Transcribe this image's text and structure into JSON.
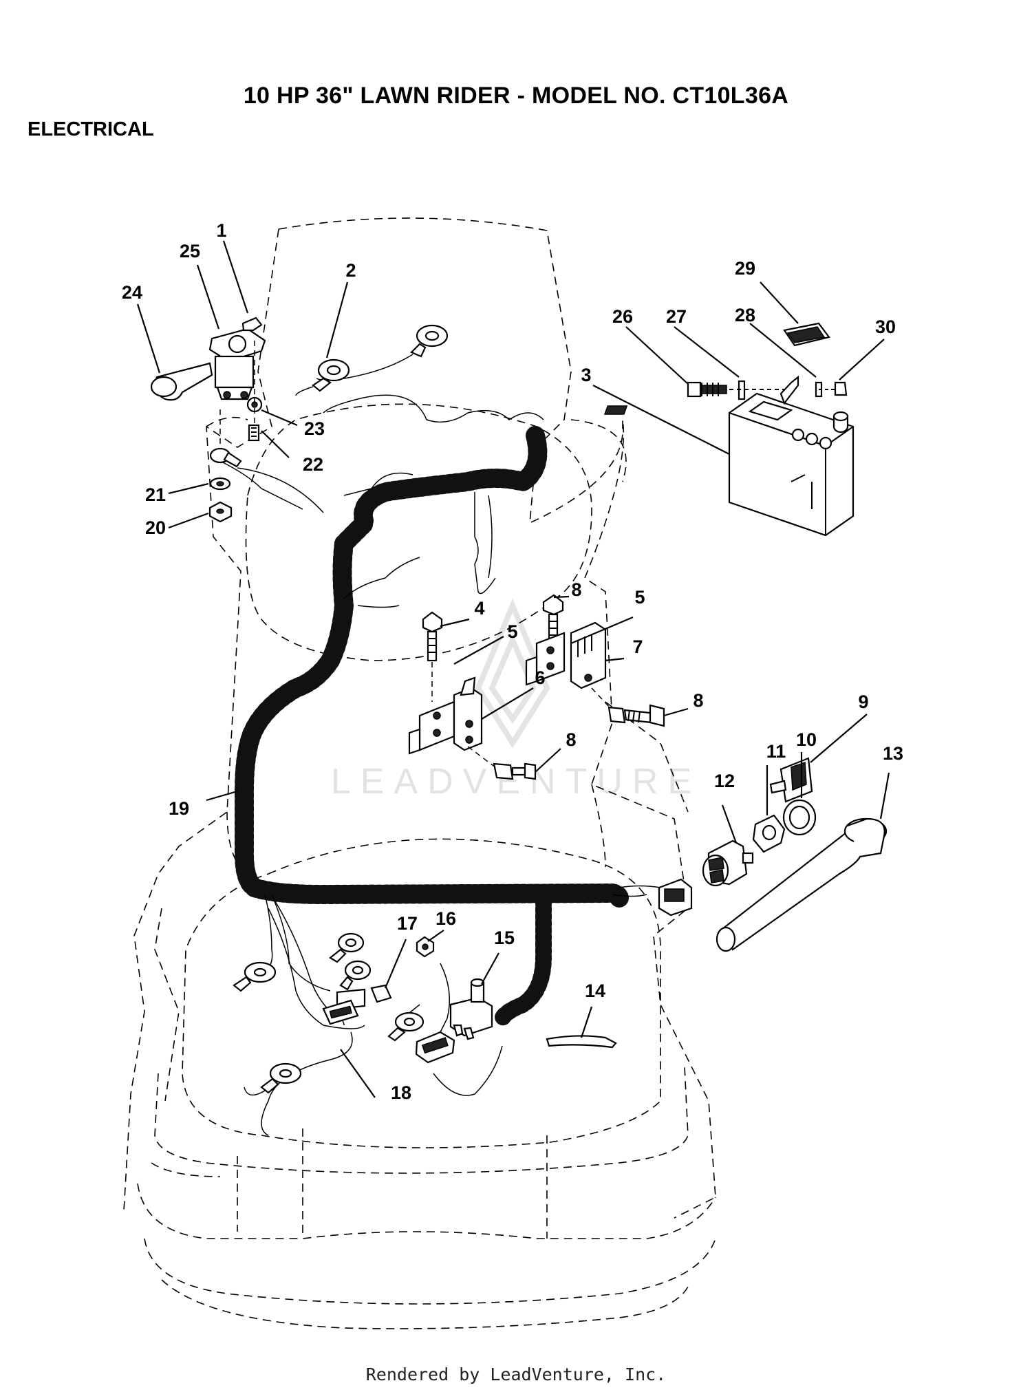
{
  "header": {
    "title": "10 HP 36\" LAWN RIDER - MODEL NO. CT10L36A",
    "section": "ELECTRICAL"
  },
  "watermark": "LEADVENTURE",
  "footer": "Rendered by LeadVenture, Inc.",
  "callouts": [
    {
      "id": "c1",
      "label": "1"
    },
    {
      "id": "c2",
      "label": "2"
    },
    {
      "id": "c3",
      "label": "3"
    },
    {
      "id": "c4",
      "label": "4"
    },
    {
      "id": "c5a",
      "label": "5"
    },
    {
      "id": "c5b",
      "label": "5"
    },
    {
      "id": "c6",
      "label": "6"
    },
    {
      "id": "c7",
      "label": "7"
    },
    {
      "id": "c8a",
      "label": "8"
    },
    {
      "id": "c8b",
      "label": "8"
    },
    {
      "id": "c8c",
      "label": "8"
    },
    {
      "id": "c9",
      "label": "9"
    },
    {
      "id": "c10",
      "label": "10"
    },
    {
      "id": "c11",
      "label": "11"
    },
    {
      "id": "c12",
      "label": "12"
    },
    {
      "id": "c13",
      "label": "13"
    },
    {
      "id": "c14",
      "label": "14"
    },
    {
      "id": "c15",
      "label": "15"
    },
    {
      "id": "c16",
      "label": "16"
    },
    {
      "id": "c17",
      "label": "17"
    },
    {
      "id": "c18",
      "label": "18"
    },
    {
      "id": "c19",
      "label": "19"
    },
    {
      "id": "c20",
      "label": "20"
    },
    {
      "id": "c21",
      "label": "21"
    },
    {
      "id": "c22",
      "label": "22"
    },
    {
      "id": "c23",
      "label": "23"
    },
    {
      "id": "c24",
      "label": "24"
    },
    {
      "id": "c25",
      "label": "25"
    },
    {
      "id": "c26",
      "label": "26"
    },
    {
      "id": "c27",
      "label": "27"
    },
    {
      "id": "c28",
      "label": "28"
    },
    {
      "id": "c29",
      "label": "29"
    },
    {
      "id": "c30",
      "label": "30"
    }
  ]
}
